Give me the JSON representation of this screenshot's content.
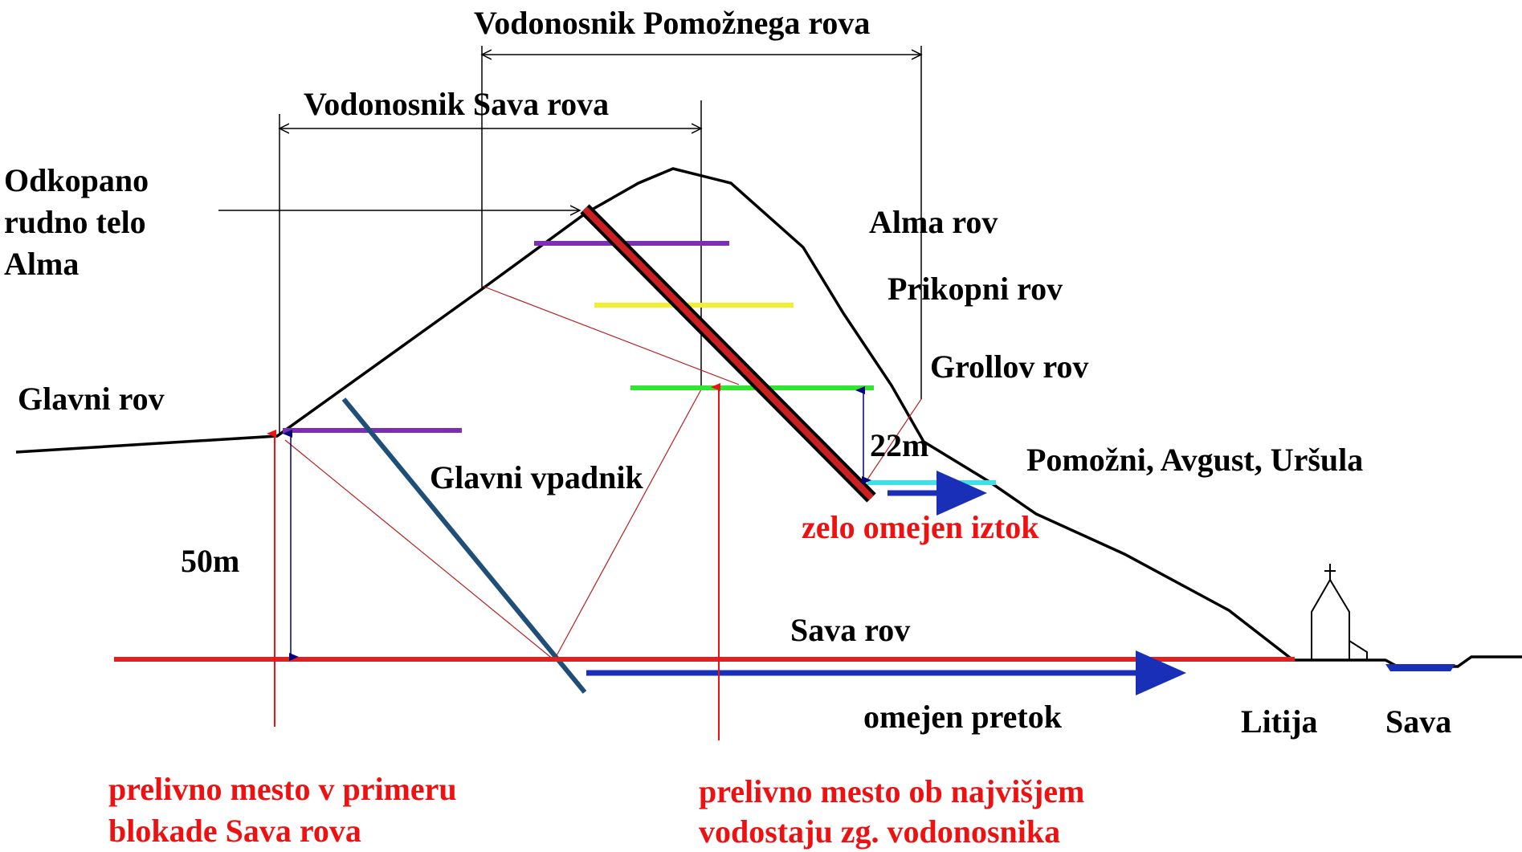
{
  "labels": {
    "aquifer_pomozni": "Vodonosnik Pomožnega rova",
    "aquifer_sava": "Vodonosnik Sava rova",
    "orebody_line1": "Odkopano",
    "orebody_line2": "rudno telo",
    "orebody_line3": "Alma",
    "alma_rov": "Alma rov",
    "prikopni_rov": "Prikopni rov",
    "grollov_rov": "Grollov rov",
    "glavni_rov": "Glavni rov",
    "glavni_vpadnik": "Glavni vpadnik",
    "pomozni": "Pomožni, Avgust, Uršula",
    "depth_22": "22m",
    "depth_50": "50m",
    "zelo_omejen_iztok": "zelo omejen iztok",
    "sava_rov": "Sava rov",
    "omejen_pretok": "omejen pretok",
    "litija": "Litija",
    "sava": "Sava",
    "overflow_left_line1": "prelivno mesto v primeru",
    "overflow_left_line2": "blokade Sava rova",
    "overflow_right_line1": "prelivno mesto ob najvišjem",
    "overflow_right_line2": "vodostaju zg. vodonosnika"
  },
  "colors": {
    "ground": "#000000",
    "thin_red": "#b82020",
    "red_text": "#ee1111",
    "sava_rov": "#dd2222",
    "flow_arrow": "#1a2fb8",
    "vpadnik": "#1f4e79",
    "orebody_fill": "#cc2020",
    "purple": "#7b2fb5",
    "yellow": "#f3ee30",
    "green": "#33e533",
    "cyan": "#40e0e8",
    "river": "#1a2fb8",
    "dim_line": "#000080"
  }
}
